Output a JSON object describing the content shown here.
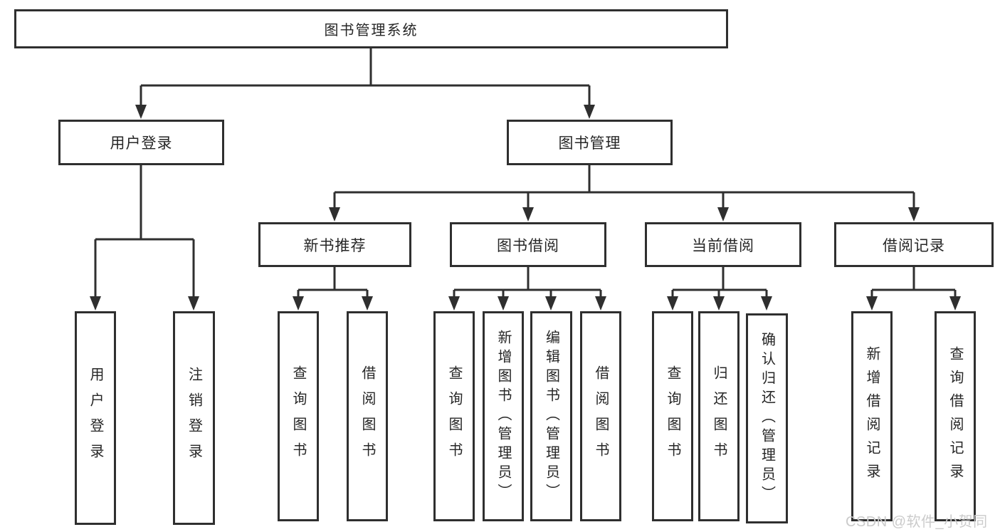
{
  "diagram": {
    "title_node": {
      "label": "图书管理系统"
    },
    "level2": [
      {
        "id": "user-login",
        "label": "用户登录"
      },
      {
        "id": "book-management",
        "label": "图书管理"
      }
    ],
    "level3": [
      {
        "id": "new-book-recommend",
        "label": "新书推荐"
      },
      {
        "id": "book-borrow",
        "label": "图书借阅"
      },
      {
        "id": "current-borrow",
        "label": "当前借阅"
      },
      {
        "id": "borrow-records",
        "label": "借阅记录"
      }
    ],
    "leaves": {
      "login": [
        "用户登录",
        "注销登录"
      ],
      "recommend": [
        "查询图书",
        "借阅图书"
      ],
      "borrow": [
        "查询图书",
        "新增图书（管理员）",
        "编辑图书（管理员）",
        "借阅图书"
      ],
      "current": [
        "查询图书",
        "归还图书",
        "确认归还（管理员）"
      ],
      "records": [
        "新增借阅记录",
        "查询借阅记录"
      ]
    }
  },
  "watermark": {
    "text": "CSDN @软件_小贺同学"
  },
  "colors": {
    "line": "#2f2f2f",
    "box_background": "#ffffff",
    "text": "#262626",
    "watermark": "#cbcbcb"
  }
}
